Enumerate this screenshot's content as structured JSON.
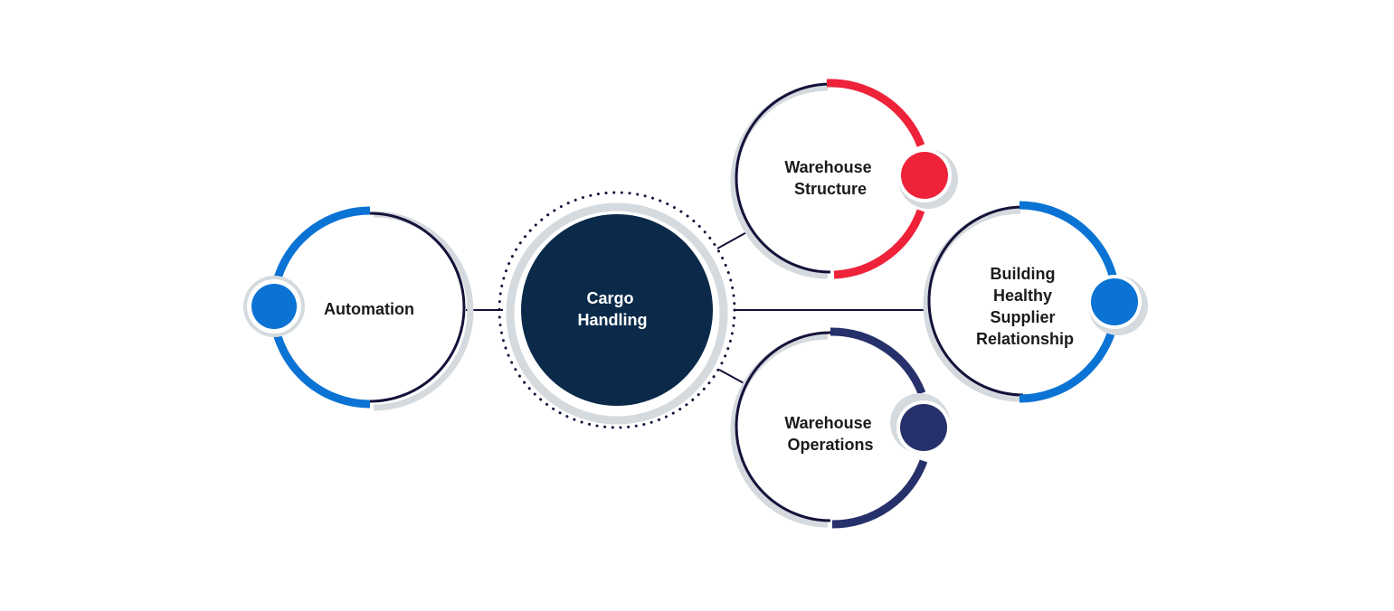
{
  "center": {
    "label_lines": [
      "Cargo",
      "Handling"
    ],
    "fill_color": "#0b2a4a"
  },
  "nodes": [
    {
      "id": "automation",
      "label_lines": [
        "Automation"
      ],
      "accent_color": "#0a73d4"
    },
    {
      "id": "warehouse-structure",
      "label_lines": [
        "Warehouse",
        "Structure"
      ],
      "accent_color": "#ee2239"
    },
    {
      "id": "building-healthy-supplier-relationship",
      "label_lines": [
        "Building",
        "Healthy",
        "Supplier",
        "Relationship"
      ],
      "accent_color": "#0a73d4"
    },
    {
      "id": "warehouse-operations",
      "label_lines": [
        "Warehouse",
        "Operations"
      ],
      "accent_color": "#26306b"
    }
  ],
  "colors": {
    "ring_dark": "#14123a",
    "shadow": "#d5dade",
    "connector": "#14123a"
  }
}
